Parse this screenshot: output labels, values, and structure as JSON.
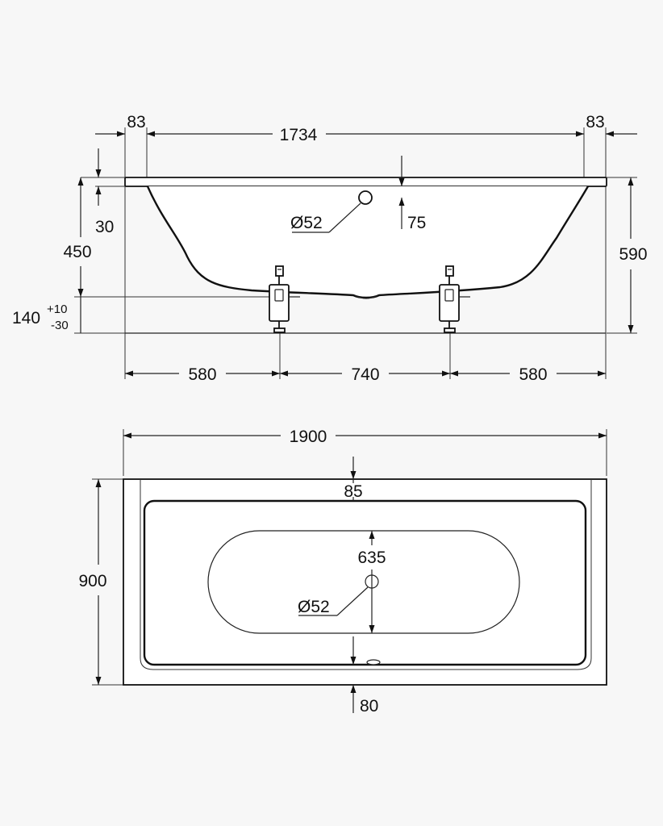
{
  "side_view": {
    "dim_left_rim": "83",
    "dim_inner_length": "1734",
    "dim_right_rim": "83",
    "dim_rim_thickness": "30",
    "dim_overflow_diameter": "Ø52",
    "dim_overflow_offset": "75",
    "dim_depth": "450",
    "dim_total_height": "590",
    "dim_leg_height": "140",
    "dim_leg_tol_plus": "+10",
    "dim_leg_tol_minus": "-30",
    "dim_leg_left_gap": "580",
    "dim_leg_spacing": "740",
    "dim_leg_right_gap": "580"
  },
  "top_view": {
    "dim_total_length": "1900",
    "dim_total_width": "900",
    "dim_top_rim": "85",
    "dim_bottom_rim": "80",
    "dim_base_width": "635",
    "dim_drain_diameter": "Ø52"
  }
}
